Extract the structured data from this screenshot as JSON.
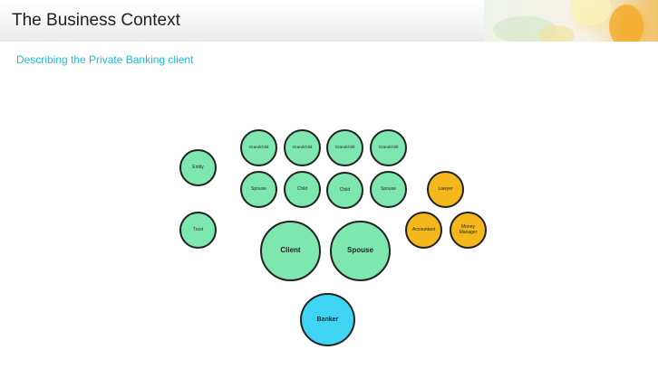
{
  "slide": {
    "title": "The Business Context",
    "subtitle": "Describing the Private Banking client"
  },
  "diagram": {
    "nodes": {
      "grandchild_1": "Grandchild",
      "grandchild_2": "Grandchild",
      "grandchild_3": "Grandchild",
      "grandchild_4": "Grandchild",
      "entity": "Entity",
      "spouse_left": "Spouse",
      "child_1": "Child",
      "child_2": "Child",
      "spouse_right": "Spouse",
      "lawyer": "Lawyer",
      "trust": "Trust",
      "accountant": "Accountant",
      "money_manager": "Money Manager",
      "client": "Client",
      "spouse_main": "Spouse",
      "banker": "Banker"
    },
    "colors": {
      "family": "#7ee7b0",
      "advisor": "#f4b81c",
      "banker": "#3fd4f4"
    }
  }
}
